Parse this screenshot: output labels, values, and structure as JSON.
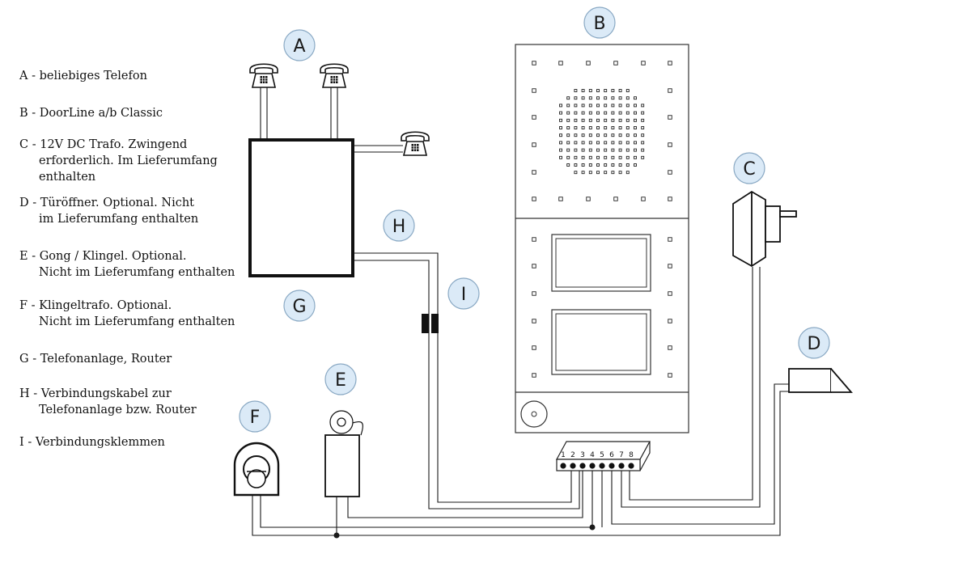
{
  "legend": [
    {
      "lines": [
        "A - beliebiges Telefon"
      ]
    },
    {
      "lines": [
        "B - DoorLine a/b Classic"
      ]
    },
    {
      "lines": [
        "C - 12V DC Trafo. Zwingend",
        "erforderlich. Im Lieferumfang",
        "enthalten"
      ]
    },
    {
      "lines": [
        "D - Türöffner. Optional. Nicht",
        " im Lieferumfang enthalten"
      ]
    },
    {
      "lines": [
        "E - Gong / Klingel. Optional.",
        "Nicht im Lieferumfang enthalten"
      ]
    },
    {
      "lines": [
        "F - Klingeltrafo. Optional.",
        "Nicht im Lieferumfang enthalten"
      ]
    },
    {
      "lines": [
        "G - Telefonanlage, Router"
      ]
    },
    {
      "lines": [
        "H - Verbindungskabel zur",
        "Telefonanlage bzw. Router"
      ]
    },
    {
      "lines": [
        "I - Verbindungsklemmen"
      ]
    }
  ],
  "badges": {
    "A": "A",
    "B": "B",
    "C": "C",
    "D": "D",
    "E": "E",
    "F": "F",
    "G": "G",
    "H": "H",
    "I": "I"
  },
  "terminal_numbers": [
    "1",
    "2",
    "3",
    "4",
    "5",
    "6",
    "7",
    "8"
  ],
  "colors": {
    "badge_fill": "#dbeaf7",
    "badge_stroke": "#8aa9c4",
    "line": "#1a1a1a"
  }
}
